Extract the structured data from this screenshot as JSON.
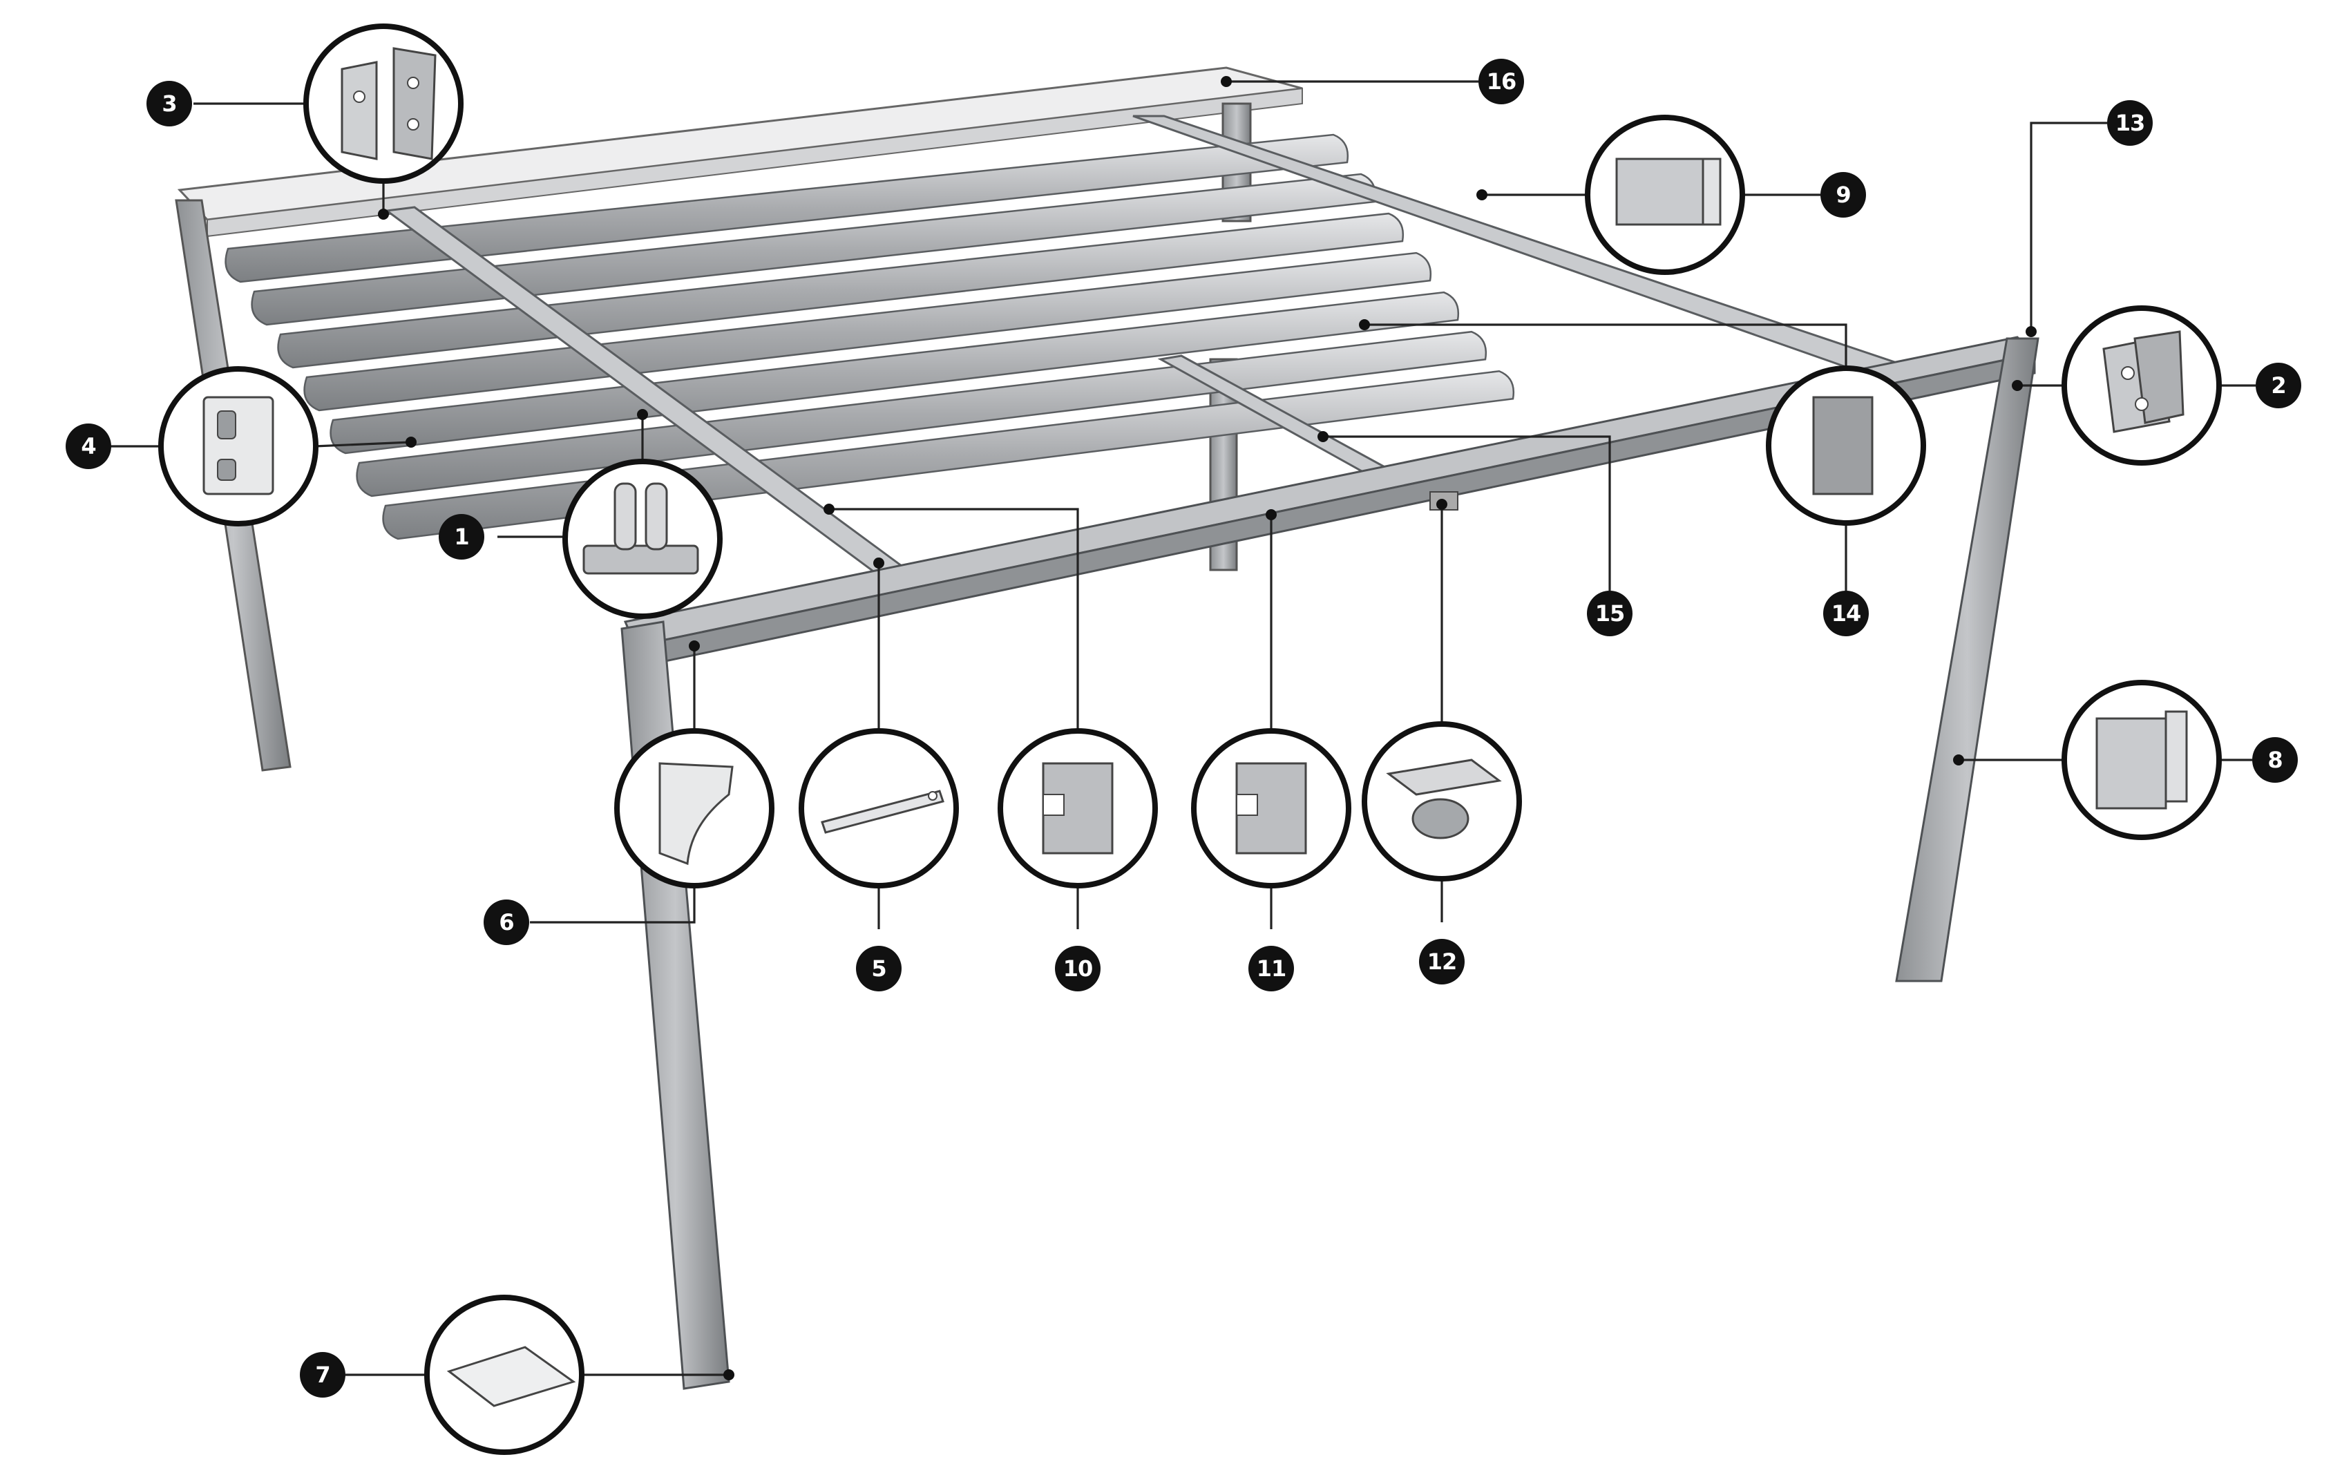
{
  "diagram": {
    "callouts": [
      {
        "id": "c1",
        "label": "1",
        "part": "slide-carriage"
      },
      {
        "id": "c2",
        "label": "2",
        "part": "post-connector-plate"
      },
      {
        "id": "c3",
        "label": "3",
        "part": "wall-bracket"
      },
      {
        "id": "c4",
        "label": "4",
        "part": "end-clip"
      },
      {
        "id": "c5",
        "label": "5",
        "part": "tension-strap"
      },
      {
        "id": "c6",
        "label": "6",
        "part": "corner-gusset"
      },
      {
        "id": "c7",
        "label": "7",
        "part": "base-plate"
      },
      {
        "id": "c8",
        "label": "8",
        "part": "post-profile"
      },
      {
        "id": "c9",
        "label": "9",
        "part": "guide-rail-profile"
      },
      {
        "id": "c10",
        "label": "10",
        "part": "beam-profile-a"
      },
      {
        "id": "c11",
        "label": "11",
        "part": "beam-profile-b"
      },
      {
        "id": "c12",
        "label": "12",
        "part": "roller-bearing"
      },
      {
        "id": "c13",
        "label": "13",
        "part": "post-cap"
      },
      {
        "id": "c14",
        "label": "14",
        "part": "end-cap"
      },
      {
        "id": "c15",
        "label": "15",
        "part": "cross-bar"
      },
      {
        "id": "c16",
        "label": "16",
        "part": "top-cover"
      }
    ]
  }
}
